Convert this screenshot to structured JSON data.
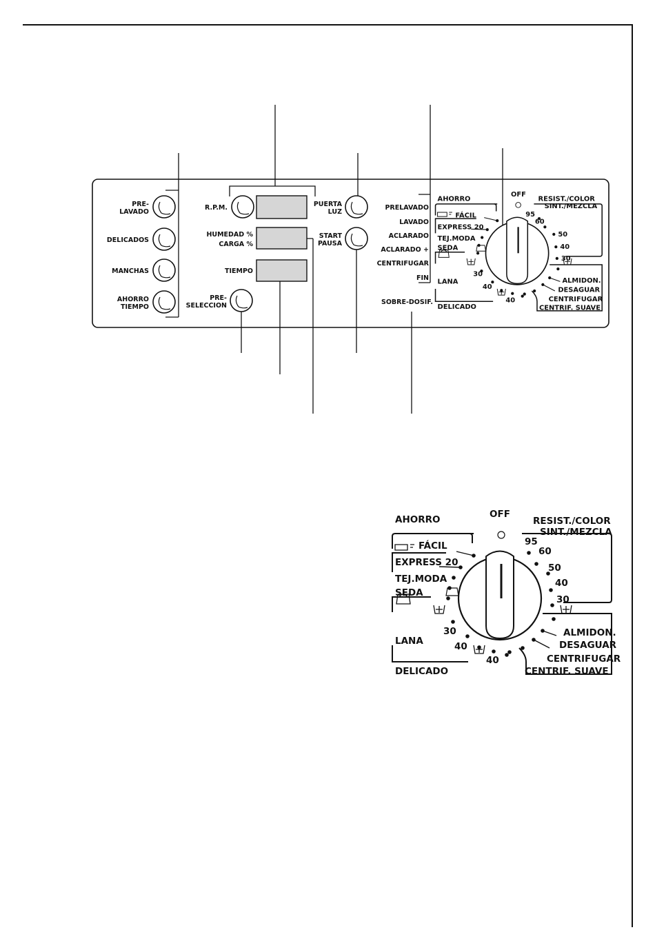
{
  "panel": {
    "left_buttons": [
      "PRE-",
      "LAVADO",
      "DELICADOS",
      "MANCHAS",
      "AHORRO",
      "TIEMPO"
    ],
    "rpm": "R.P.M.",
    "humedad": "HUMEDAD %",
    "carga": "CARGA %",
    "tiempo": "TIEMPO",
    "preseleccion_1": "PRE-",
    "preseleccion_2": "SELECCION",
    "puerta": "PUERTA",
    "luz": "LUZ",
    "start": "START",
    "pausa": "PAUSA",
    "phases": [
      "PRELAVADO",
      "LAVADO",
      "ACLARADO",
      "ACLARADO +",
      "CENTRIFUGAR",
      "FIN"
    ],
    "sobre_dosif": "SOBRE-DOSIF."
  },
  "dial": {
    "off": "OFF",
    "ahorro": "AHORRO",
    "facil": "FÁCIL",
    "express": "EXPRESS 20",
    "tej_moda": "TEJ.MODA",
    "seda": "SEDA",
    "lana": "LANA",
    "lana_30": "30",
    "lana_40": "40",
    "delicado": "DELICADO",
    "delicado_40": "40",
    "resist_color": "RESIST./COLOR",
    "sint_mezcla": "SINT./MEZCLA",
    "temps": [
      "95",
      "60",
      "50",
      "40",
      "30"
    ],
    "almidon": "ALMIDON.",
    "desaguar": "DESAGUAR",
    "centrifugar": "CENTRIFUGAR",
    "centrif_suave": "CENTRIF. SUAVE"
  }
}
